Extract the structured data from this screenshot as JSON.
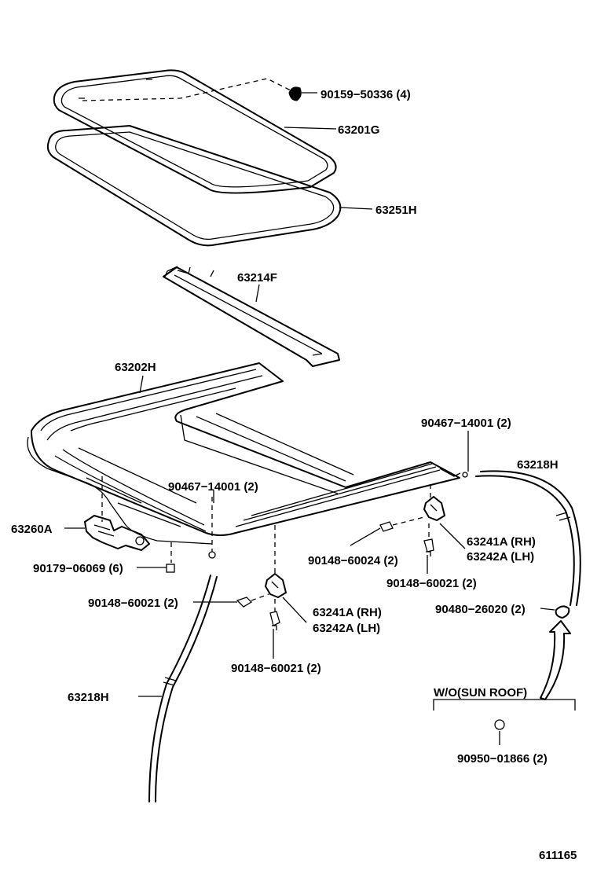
{
  "labels": {
    "p90159": "90159−50336 (4)",
    "p63201": "63201G",
    "p63251": "63251H",
    "p63214": "63214F",
    "p63202": "63202H",
    "p90467_right": "90467−14001 (2)",
    "p63218_right": "63218H",
    "p90467_center": "90467−14001 (2)",
    "p63260": "63260A",
    "p90179": "90179−06069 (6)",
    "p90148_24": "90148−60024 (2)",
    "p63241_right": "63241A (RH)",
    "p63242_right": "63242A (LH)",
    "p90148_21_right": "90148−60021 (2)",
    "p90148_21_left": "90148−60021 (2)",
    "p90480": "90480−26020 (2)",
    "p63241_center": "63241A (RH)",
    "p63242_center": "63242A (LH)",
    "p90148_21_bottom": "90148−60021 (2)",
    "p63218_left": "63218H",
    "wo_sunroof": "W/O(SUN ROOF)",
    "p90950": "90950−01866 (2)",
    "figure_number": "611165"
  }
}
